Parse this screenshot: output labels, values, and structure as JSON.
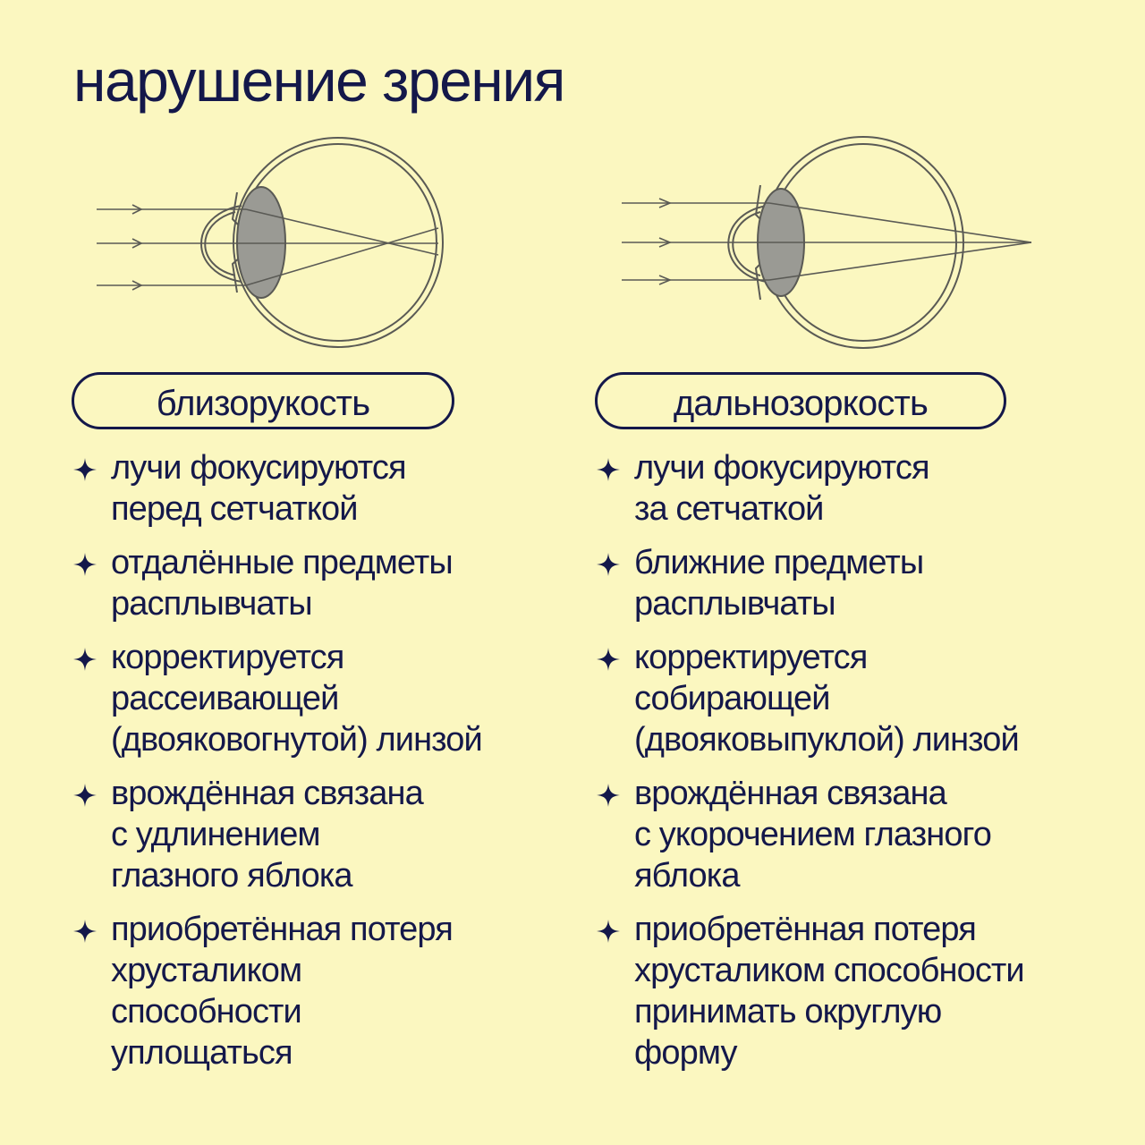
{
  "title": "нарушение зрения",
  "colors": {
    "background": "#fbf7c0",
    "ink": "#14184a",
    "lens": "#9a9a94",
    "outline": "#5a5a55"
  },
  "columns": [
    {
      "label": "близорукость",
      "items": [
        "лучи фокусируются\nперед сетчаткой",
        "отдалённые предметы\nрасплывчаты",
        "корректируется\nрассеивающей\n(двояковогнутой) линзой",
        "врождённая связана\nс удлинением\nглазного яблока",
        "приобретённая потеря\nхрусталиком\nспособности\nуплощаться"
      ]
    },
    {
      "label": "дальнозоркость",
      "items": [
        "лучи фокусируются\nза сетчаткой",
        "ближние предметы\nрасплывчаты",
        "корректируется\nсобирающей\n(двояковыпуклой) линзой",
        "врождённая связана\nс укорочением глазного\nяблока",
        "приобретённая потеря\nхрусталиком способности\nпринимать округлую\nформу"
      ]
    }
  ]
}
